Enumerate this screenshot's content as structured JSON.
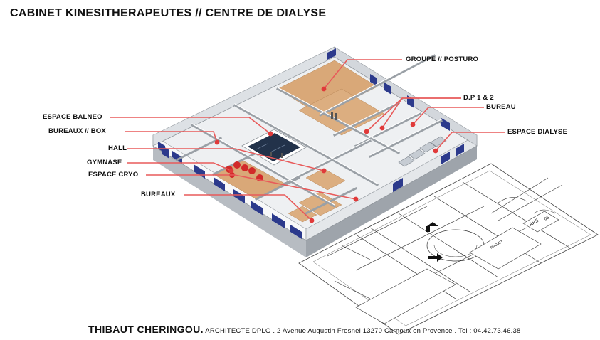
{
  "title": "CABINET KINESITHERAPEUTES  //  CENTRE DE DIALYSE",
  "labels": {
    "groupe_posturo": "GROUPE // POSTURO",
    "dp": "D.P 1 & 2",
    "bureau": "BUREAU",
    "espace_dialyse": "ESPACE DIALYSE",
    "espace_balneo": "ESPACE BALNEO",
    "bureaux_box": "BUREAUX // BOX",
    "hall": "HALL",
    "gymnase": "GYMNASE",
    "espace_cryo": "ESPACE CRYO",
    "bureaux": "BUREAUX"
  },
  "footer": {
    "name": "THIBAUT CHERINGOU.",
    "info": " ARCHITECTE DPLG . 2 Avenue Augustin Fresnel 13270  Carnoux en Provence . Tel : 04.42.73.46.38"
  },
  "plan_stamp": {
    "sheet": "APS",
    "number": "06",
    "project": "PROJET"
  },
  "colors": {
    "leader": "#e85a5a",
    "dot": "#e03a3a",
    "wall_top": "#eef0f2",
    "wall_side": "#c9cdd2",
    "floor": "#f3f2ee",
    "wood_floor": "#d9a878",
    "window": "#2c3a8c",
    "pool": "#22324a"
  }
}
